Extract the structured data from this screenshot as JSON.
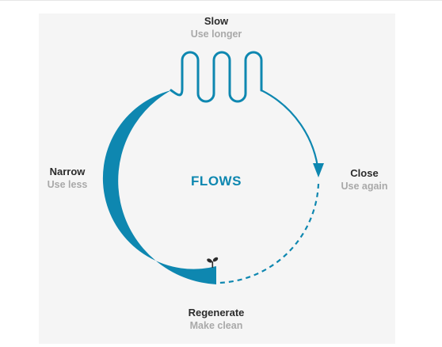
{
  "colors": {
    "accent": "#0e87b0",
    "heading": "#2b2b2b",
    "subtext": "#a9a9a9",
    "panel": "#f5f5f5"
  },
  "center": {
    "title": "FLOWS"
  },
  "stages": {
    "slow": {
      "title": "Slow",
      "subtitle": "Use longer"
    },
    "narrow": {
      "title": "Narrow",
      "subtitle": "Use less"
    },
    "close": {
      "title": "Close",
      "subtitle": "Use again"
    },
    "regenerate": {
      "title": "Regenerate",
      "subtitle": "Make clean"
    }
  },
  "icons": {
    "regenerate": "sprout-icon",
    "flow_direction": "arrowhead-icon"
  }
}
